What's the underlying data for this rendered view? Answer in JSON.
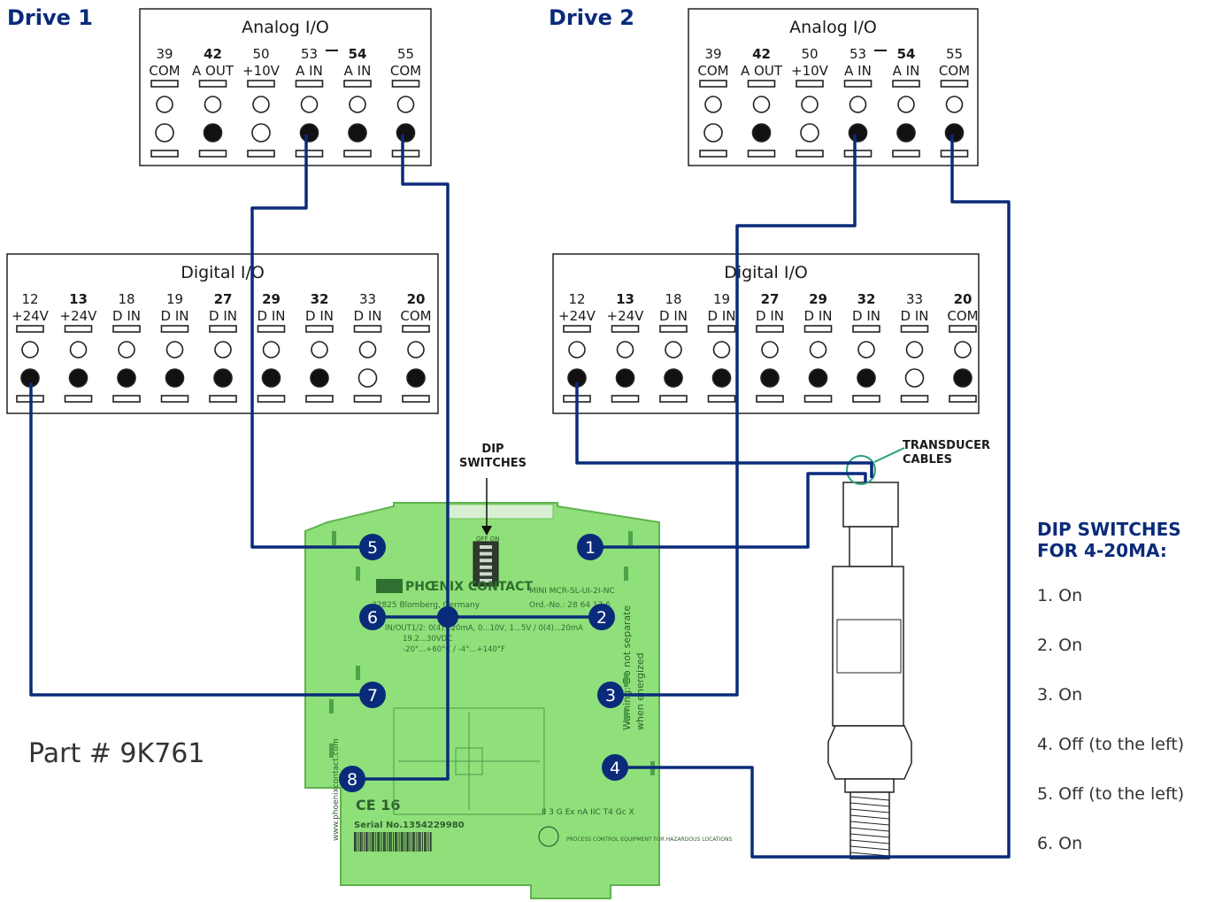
{
  "drives": [
    {
      "title": "Drive 1",
      "analog": {
        "title": "Analog I/O",
        "terminals": [
          {
            "num": "39",
            "label": "COM",
            "bold": false,
            "filled": false
          },
          {
            "num": "42",
            "label": "A OUT",
            "bold": true,
            "filled": true
          },
          {
            "num": "50",
            "label": "+10V",
            "bold": false,
            "filled": false
          },
          {
            "num": "53",
            "label": "A IN",
            "bold": false,
            "filled": true
          },
          {
            "num": "54",
            "label": "A IN",
            "bold": true,
            "filled": true
          },
          {
            "num": "55",
            "label": "COM",
            "bold": false,
            "filled": true
          }
        ]
      },
      "digital": {
        "title": "Digital I/O",
        "terminals": [
          {
            "num": "12",
            "label": "+24V",
            "bold": false,
            "filled": true
          },
          {
            "num": "13",
            "label": "+24V",
            "bold": true,
            "filled": true
          },
          {
            "num": "18",
            "label": "D IN",
            "bold": false,
            "filled": true
          },
          {
            "num": "19",
            "label": "D IN",
            "bold": false,
            "filled": true
          },
          {
            "num": "27",
            "label": "D IN",
            "bold": true,
            "filled": true
          },
          {
            "num": "29",
            "label": "D IN",
            "bold": true,
            "filled": true
          },
          {
            "num": "32",
            "label": "D IN",
            "bold": true,
            "filled": true
          },
          {
            "num": "33",
            "label": "D IN",
            "bold": false,
            "filled": false
          },
          {
            "num": "20",
            "label": "COM",
            "bold": true,
            "filled": true
          }
        ]
      }
    },
    {
      "title": "Drive 2",
      "analog": {
        "title": "Analog I/O",
        "terminals": [
          {
            "num": "39",
            "label": "COM",
            "bold": false,
            "filled": false
          },
          {
            "num": "42",
            "label": "A OUT",
            "bold": true,
            "filled": true
          },
          {
            "num": "50",
            "label": "+10V",
            "bold": false,
            "filled": false
          },
          {
            "num": "53",
            "label": "A IN",
            "bold": false,
            "filled": true
          },
          {
            "num": "54",
            "label": "A IN",
            "bold": true,
            "filled": true
          },
          {
            "num": "55",
            "label": "COM",
            "bold": false,
            "filled": true
          }
        ]
      },
      "digital": {
        "title": "Digital I/O",
        "terminals": [
          {
            "num": "12",
            "label": "+24V",
            "bold": false,
            "filled": true
          },
          {
            "num": "13",
            "label": "+24V",
            "bold": true,
            "filled": true
          },
          {
            "num": "18",
            "label": "D IN",
            "bold": false,
            "filled": true
          },
          {
            "num": "19",
            "label": "D IN",
            "bold": false,
            "filled": true
          },
          {
            "num": "27",
            "label": "D IN",
            "bold": true,
            "filled": true
          },
          {
            "num": "29",
            "label": "D IN",
            "bold": true,
            "filled": true
          },
          {
            "num": "32",
            "label": "D IN",
            "bold": true,
            "filled": true
          },
          {
            "num": "33",
            "label": "D IN",
            "bold": false,
            "filled": false
          },
          {
            "num": "20",
            "label": "COM",
            "bold": true,
            "filled": true
          }
        ]
      }
    }
  ],
  "dip_switches_label": "DIP SWITCHES",
  "transducer_label": "TRANSDUCER CABLES",
  "dip_settings": {
    "title_line1": "DIP SWITCHES",
    "title_line2": "FOR 4-20MA:",
    "items": [
      "1. On",
      "2. On",
      "3. On",
      "4. Off (to the left)",
      "5. Off (to the left)",
      "6. On"
    ]
  },
  "part_number": "Part # 9K761",
  "module": {
    "brand": "PHŒNIX CONTACT",
    "model": "MINI MCR-SL-UI-2I-NC",
    "order": "Ord.-No.: 28 64 17 6",
    "address": "32825 Blomberg, Germany",
    "spec": "IN/OUT1/2: 0(4)...20mA, 0...10V, 1...5V / 0(4)...20mA",
    "supply": "19.2...30VDC",
    "temp": "-20°...+60°C / -4°...+140°F",
    "warning1": "Warning: Do not separate",
    "warning2": "when energized",
    "website": "www.phoenixcontact.com",
    "serial": "Serial No.1354229980",
    "ce": "CE 16",
    "ex": "II 3 G Ex nA IIC T4 Gc X",
    "process": "PROCESS CONTROL EQUIPMENT FOR HAZARDOUS LOCATIONS",
    "terminals": [
      "1",
      "2",
      "3",
      "4",
      "5",
      "6",
      "7",
      "8"
    ]
  },
  "colors": {
    "wire": "#0a2b7a",
    "badge": "#0a2b7a",
    "module_green": "#8fe07a",
    "title_blue": "#0a2b7a",
    "transducer_ring": "#27a37a"
  }
}
